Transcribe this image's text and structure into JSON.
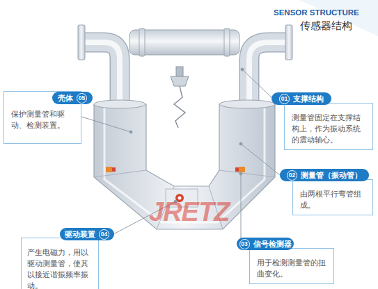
{
  "diagram": {
    "title": "SENSOR STRUCTURE",
    "nodes": [
      {
        "text": [
          "壳体",
          "05",
          "保护测量管和驱动、检测装置。"
        ]
      },
      {
        "text": [
          "01",
          "支撑结构",
          "测量管固定在支撑结构上，作为振动系统的震动轴心。"
        ]
      },
      {
        "text": [
          "02",
          "测量管（振动管）",
          "由两根平行弯管组成。"
        ]
      },
      {
        "text": [
          "驱动装置",
          "04",
          "产生电磁力，用以驱动测量管，使其以接近谐振频率振动。"
        ]
      },
      {
        "text": [
          "03",
          "信号检测器",
          "用于检测测量管的扭曲变化。"
        ]
      }
    ],
    "labels": [
      "传感器结构",
      "JRETZ"
    ]
  }
}
